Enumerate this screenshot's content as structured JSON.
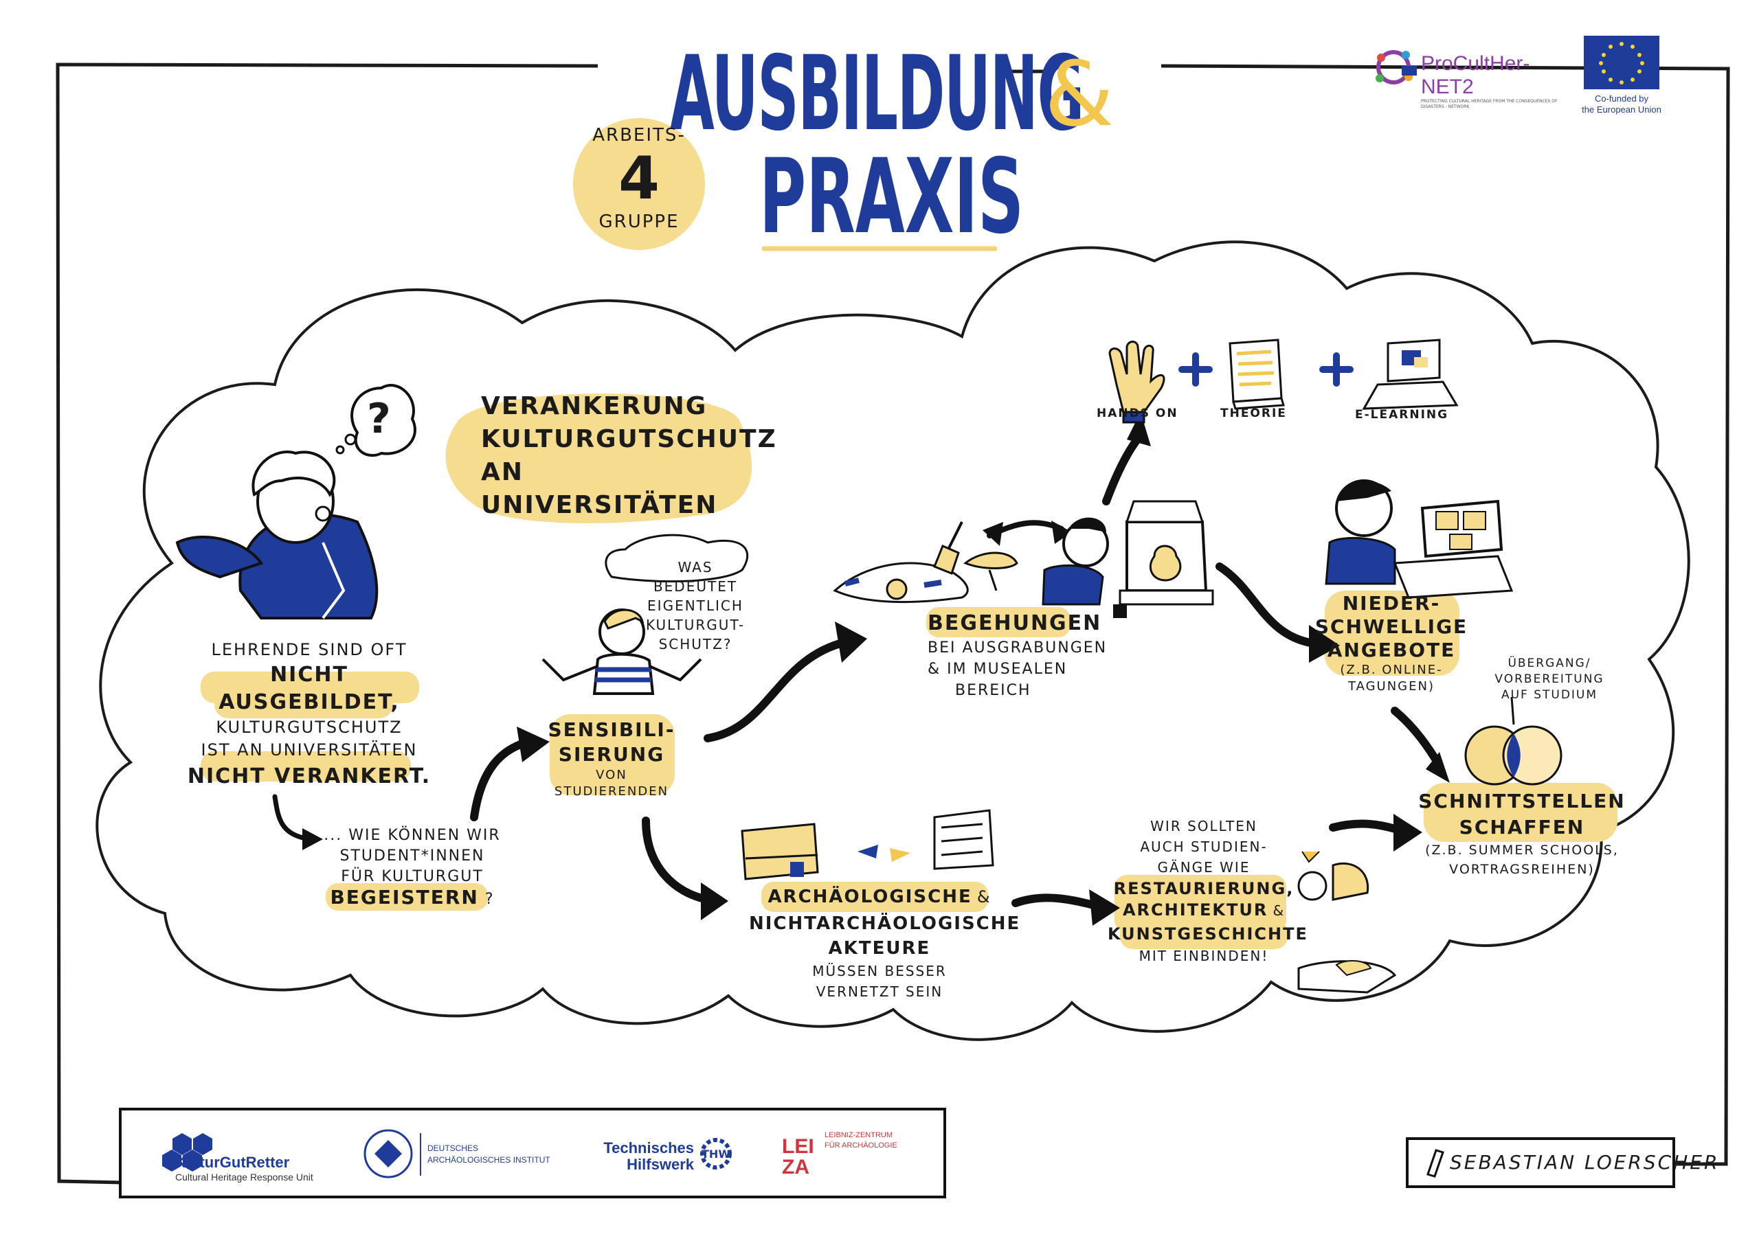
{
  "title": {
    "line1": "AUSBILDUNG",
    "amp": "&",
    "line2": "PRAXIS"
  },
  "group_badge": {
    "top": "ARBEITS-",
    "number": "4",
    "bottom": "GRUPPE"
  },
  "header_logos": {
    "procultnet_name": "ProCultHer-NET2",
    "procultnet_tagline": "PROTECTING CULTURAL HERITAGE FROM THE CONSEQUENCES OF DISASTERS - NETWORK",
    "eu_caption_1": "Co-funded by",
    "eu_caption_2": "the European Union"
  },
  "nodes": {
    "verankerung": [
      "VERANKERUNG",
      "KULTURGUTSCHUTZ",
      "AN UNIVERSITÄTEN"
    ],
    "lehrende": {
      "l1": "LEHRENDE SIND OFT",
      "l2": "NICHT",
      "l3": "AUSGEBILDET,",
      "l4": "KULTURGUTSCHUTZ",
      "l5": "IST AN UNIVERSITÄTEN",
      "l6": "NICHT VERANKERT."
    },
    "question_mark": "?",
    "wie": {
      "l1": "... WIE KÖNNEN WIR",
      "l2": "STUDENT*INNEN",
      "l3": "FÜR KULTURGUT",
      "l4": "BEGEISTERN",
      "l4b": "?"
    },
    "speech_bubble": [
      "WAS BEDEUTET",
      "EIGENTLICH",
      "KULTURGUT-",
      "SCHUTZ?"
    ],
    "sensibilisierung": {
      "l1": "SENSIBILI-",
      "l2": "SIERUNG",
      "l3": "VON",
      "l4": "STUDIERENDEN"
    },
    "begehungen": {
      "l1": "BEGEHUNGEN",
      "l2": "BEI AUSGRABUNGEN",
      "l3": "& IM MUSEALEN",
      "l4": "BEREICH"
    },
    "hands_on": "HANDS ON",
    "theorie": "THEORIE",
    "e_learning": "E-LEARNING",
    "plus": "+",
    "niederschwellige": {
      "l1": "NIEDER-",
      "l2": "SCHWELLIGE",
      "l3": "ANGEBOTE",
      "l4": "(Z.B. ONLINE-",
      "l5": "TAGUNGEN)"
    },
    "uebergang": [
      "ÜBERGANG/",
      "VORBEREITUNG",
      "AUF STUDIUM"
    ],
    "schnittstellen": {
      "l1": "SCHNITTSTELLEN",
      "l2": "SCHAFFEN",
      "l3": "(Z.B. SUMMER SCHOOLS,",
      "l4": "VORTRAGSREIHEN)"
    },
    "akteure": {
      "l1": "ARCHÄOLOGISCHE",
      "l1b": "&",
      "l2": "NICHTARCHÄOLOGISCHE",
      "l3": "AKTEURE",
      "l4": "MÜSSEN BESSER",
      "l5": "VERNETZT SEIN"
    },
    "studien": {
      "l1": "WIR SOLLTEN",
      "l2": "AUCH STUDIEN-",
      "l3": "GÄNGE WIE",
      "l4": "RESTAURIERUNG,",
      "l5": "ARCHITEKTUR",
      "l5b": "&",
      "l6": "KUNSTGESCHICHTE",
      "l7": "MIT EINBINDEN!"
    }
  },
  "footer_logos": {
    "kgr_name": "KulturGutRetter",
    "kgr_sub": "Cultural Heritage Response Unit",
    "dai_1": "DEUTSCHES",
    "dai_2": "ARCHÄOLOGISCHES INSTITUT",
    "thw_1": "Technisches",
    "thw_2": "Hilfswerk",
    "leiza_mark": "LEIZA",
    "leiza_1": "LEIBNIZ-ZENTRUM",
    "leiza_2": "FÜR ARCHÄOLOGIE"
  },
  "artist": "SEBASTIAN LOERSCHER",
  "colors": {
    "blue": "#1f3c9a",
    "yellow": "#f6dc8e",
    "ink": "#1b1b1b",
    "red": "#d0343a"
  }
}
